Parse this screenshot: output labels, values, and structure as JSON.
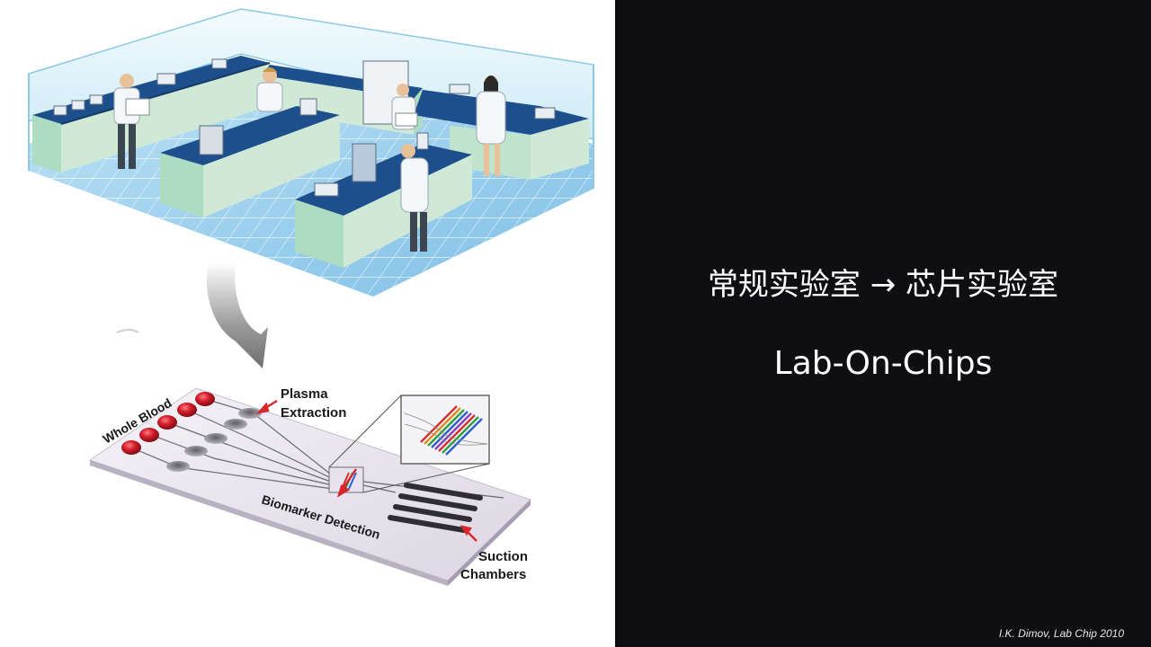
{
  "slide": {
    "title_zh": "常规实验室 → 芯片实验室",
    "title_en": "Lab-On-Chips",
    "citation": "I.K. Dimov, Lab Chip 2010"
  },
  "figure": {
    "labels": {
      "whole_blood": "Whole Blood",
      "plasma_line1": "Plasma",
      "plasma_line2": "Extraction",
      "biomarker": "Biomarker Detection",
      "suction_line1": "Suction",
      "suction_line2": "Chambers"
    }
  },
  "colors": {
    "background": "#0f0e12",
    "figure_background": "#ffffff",
    "bench_top": "#1d4f8c",
    "bench_front": "#cfe9d6",
    "lab_floor": "#9fd0ee",
    "lab_wall": "#dff3fb",
    "blood_drop": "#c41e2a",
    "arrow": "#d9262c",
    "chip": "#ece8f0"
  },
  "icons": {
    "process_arrow": "curved-down-arrow-icon"
  }
}
